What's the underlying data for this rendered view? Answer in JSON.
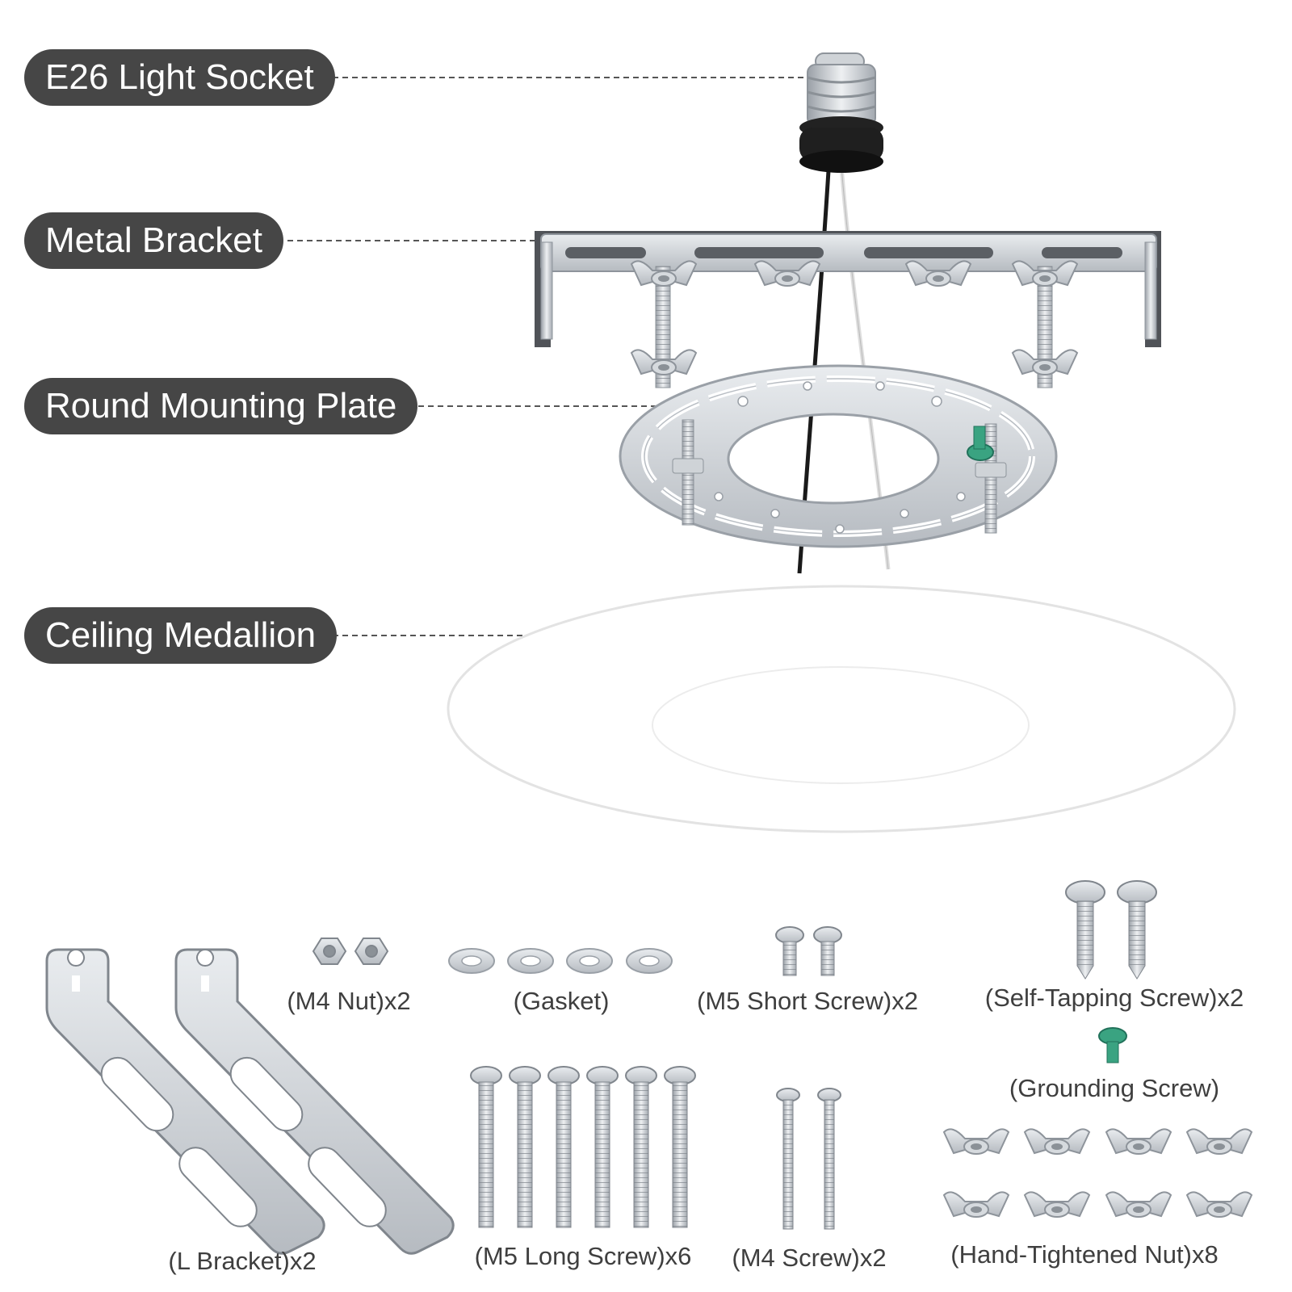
{
  "callouts": {
    "socket": "E26 Light Socket",
    "bracket": "Metal Bracket",
    "plate": "Round Mounting Plate",
    "medallion": "Ceiling Medallion"
  },
  "parts": {
    "m4_nut": "(M4 Nut)x2",
    "gasket": "(Gasket)",
    "m5_short_screw": "(M5 Short Screw)x2",
    "self_tapping_screw": "(Self-Tapping Screw)x2",
    "grounding_screw": "(Grounding Screw)",
    "l_bracket": "(L Bracket)x2",
    "m5_long_screw": "(M5 Long Screw)x6",
    "m4_screw": "(M4 Screw)x2",
    "hand_tightened_nut": "(Hand-Tightened Nut)x8"
  },
  "colors": {
    "callout_bg": "#464646",
    "callout_text": "#ffffff",
    "label_text": "#3f3f3f",
    "metal": "#c9cdd2",
    "grounding_green": "#2e9e7a"
  }
}
